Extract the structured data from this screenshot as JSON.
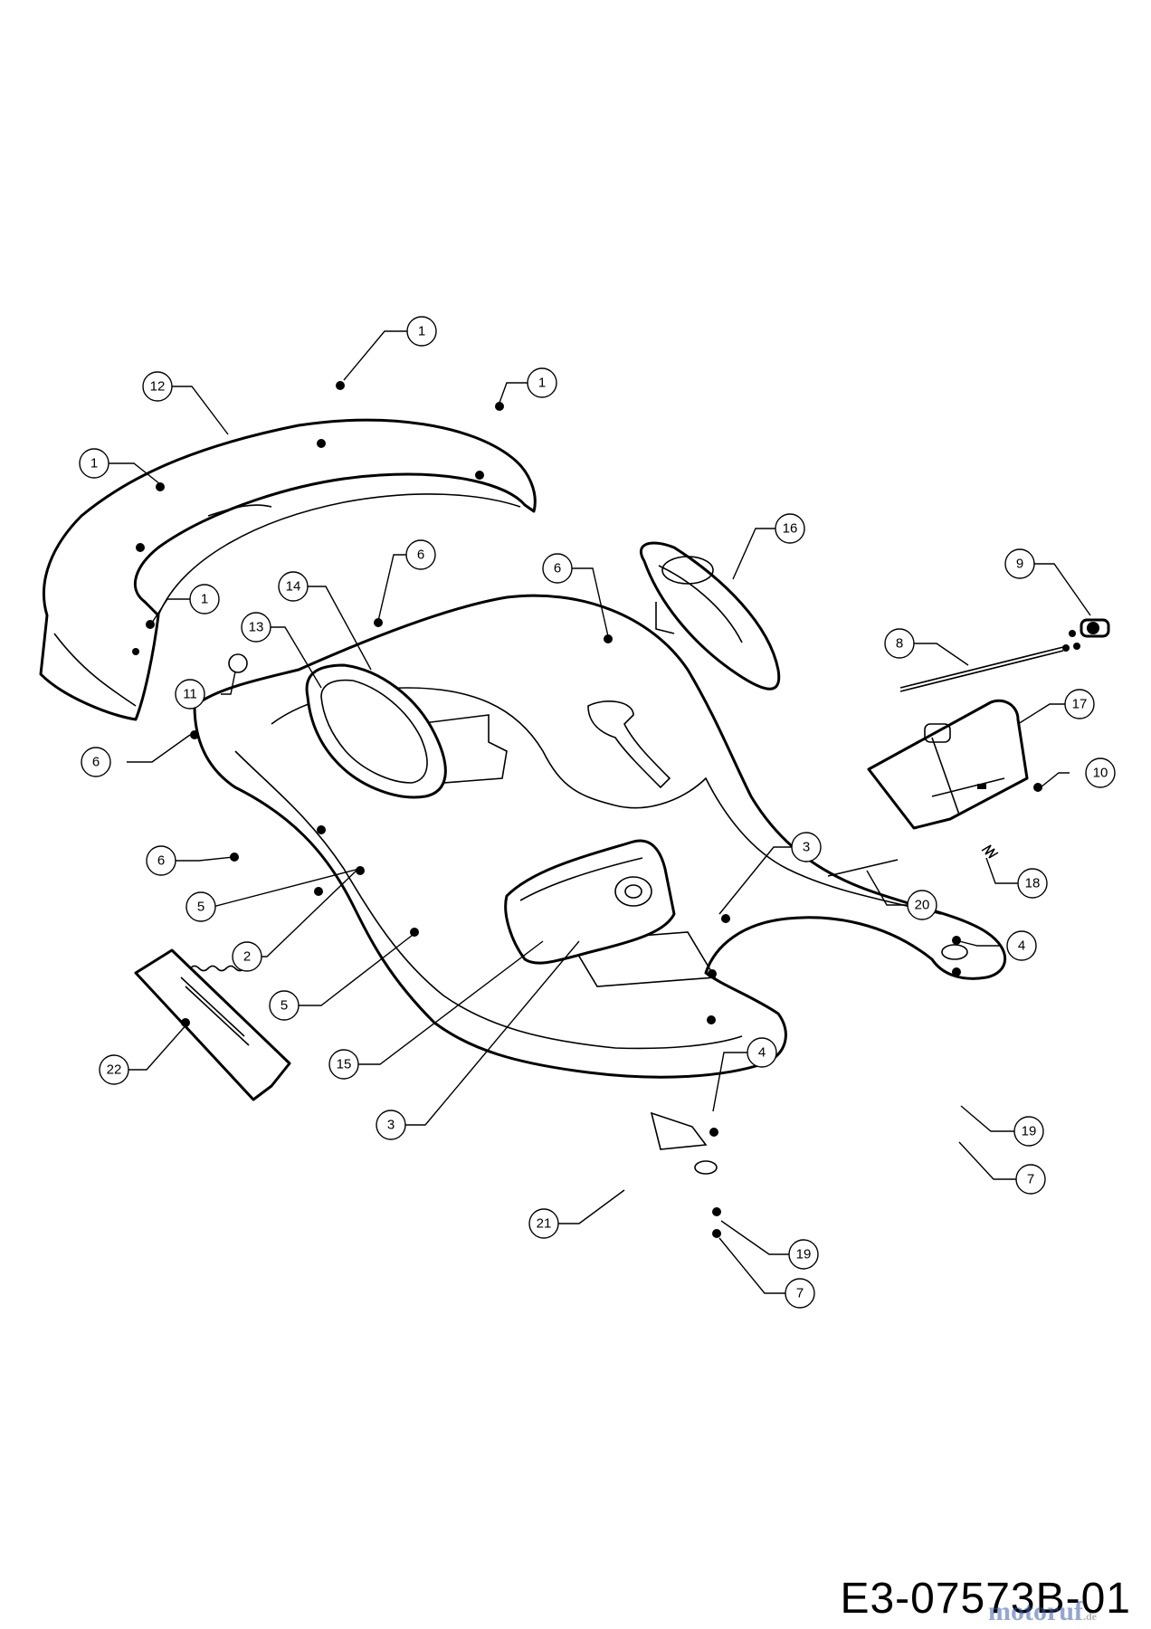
{
  "diagram": {
    "drawing_id": "E3-07573B-01",
    "watermark": "motoruf",
    "watermark_suffix": ".de",
    "callouts": [
      {
        "label": "1"
      },
      {
        "label": "1"
      },
      {
        "label": "1"
      },
      {
        "label": "1"
      },
      {
        "label": "12"
      },
      {
        "label": "16"
      },
      {
        "label": "9"
      },
      {
        "label": "8"
      },
      {
        "label": "6"
      },
      {
        "label": "6"
      },
      {
        "label": "6"
      },
      {
        "label": "6"
      },
      {
        "label": "14"
      },
      {
        "label": "13"
      },
      {
        "label": "11"
      },
      {
        "label": "17"
      },
      {
        "label": "10"
      },
      {
        "label": "18"
      },
      {
        "label": "3"
      },
      {
        "label": "3"
      },
      {
        "label": "20"
      },
      {
        "label": "5"
      },
      {
        "label": "5"
      },
      {
        "label": "2"
      },
      {
        "label": "4"
      },
      {
        "label": "4"
      },
      {
        "label": "22"
      },
      {
        "label": "15"
      },
      {
        "label": "19"
      },
      {
        "label": "19"
      },
      {
        "label": "7"
      },
      {
        "label": "7"
      },
      {
        "label": "21"
      }
    ]
  }
}
